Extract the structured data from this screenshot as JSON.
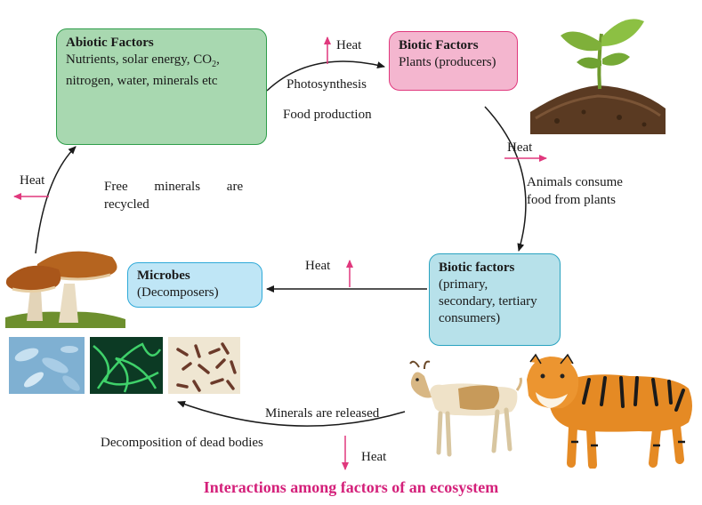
{
  "boxes": {
    "abiotic": {
      "title": "Abiotic Factors",
      "line1": "Nutrients, solar energy, CO",
      "co2_sub": "2",
      "line1_end": ",",
      "line2": "nitrogen, water, minerals etc"
    },
    "producers": {
      "title": "Biotic Factors",
      "line1": "Plants (producers)"
    },
    "consumers": {
      "title": "Biotic factors",
      "line1": "(primary,",
      "line2": "secondary, tertiary",
      "line3": "consumers)"
    },
    "microbes": {
      "title": "Microbes",
      "line1": "(Decomposers)"
    }
  },
  "labels": {
    "photosynthesis": "Photosynthesis",
    "food_production": "Food production",
    "animals_consume_1": "Animals consume",
    "animals_consume_2": "food from plants",
    "free_minerals_1": "Free minerals are",
    "free_minerals_2": "recycled",
    "minerals_released": "Minerals are released",
    "decomposition": "Decomposition of dead bodies",
    "heat": "Heat"
  },
  "title": "Interactions among factors of an ecosystem",
  "colors": {
    "heat_arrow": "#e0387d",
    "title": "#d4207a",
    "abiotic_fill": "#a8d8b0",
    "producers_fill": "#f4b6cf",
    "consumers_fill": "#b7e1ea",
    "microbes_fill": "#bfe6f6"
  },
  "images": [
    "seedling-in-soil",
    "mushrooms",
    "bacteria-micrographs",
    "goat",
    "tiger"
  ]
}
